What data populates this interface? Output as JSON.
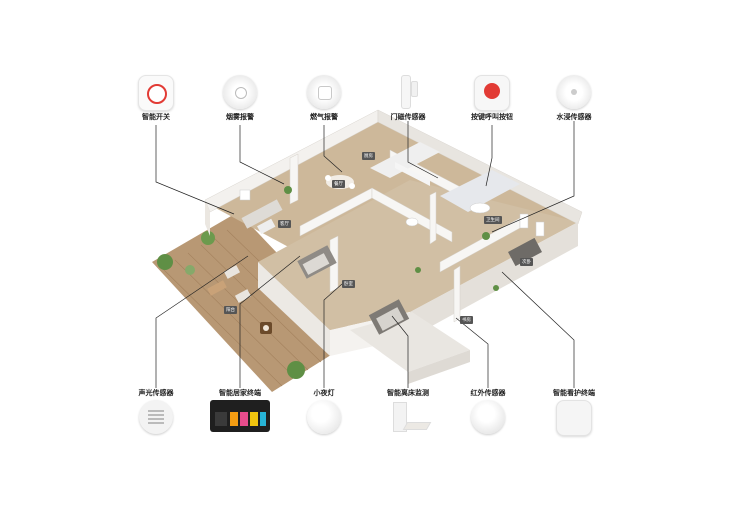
{
  "devices_top": [
    {
      "label": "智能开关",
      "icon": "smart-switch-icon"
    },
    {
      "label": "烟雾报警",
      "icon": "smoke-alarm-icon"
    },
    {
      "label": "燃气报警",
      "icon": "gas-alarm-icon"
    },
    {
      "label": "门磁传感器",
      "icon": "door-sensor-icon"
    },
    {
      "label": "按键呼叫按钮",
      "icon": "emergency-call-button-icon"
    },
    {
      "label": "水浸传感器",
      "icon": "water-leak-sensor-icon"
    }
  ],
  "devices_bottom": [
    {
      "label": "声光传感器",
      "icon": "sound-light-sensor-icon"
    },
    {
      "label": "智能居家终端",
      "icon": "smart-home-terminal-icon"
    },
    {
      "label": "小夜灯",
      "icon": "night-light-icon"
    },
    {
      "label": "智能离床监测",
      "icon": "bed-monitor-icon"
    },
    {
      "label": "红外传感器",
      "icon": "infrared-sensor-icon"
    },
    {
      "label": "智能看护终端",
      "icon": "care-terminal-icon"
    }
  ],
  "room_tags": [
    "客厅",
    "卧室",
    "厨房",
    "餐厅",
    "卫生间",
    "阳台",
    "书房",
    "次卧"
  ],
  "colors": {
    "floor": "#cdb89a",
    "wall": "#f3f1ee",
    "deck": "#b89874",
    "accent_red": "#e23b35",
    "line": "#222222"
  }
}
